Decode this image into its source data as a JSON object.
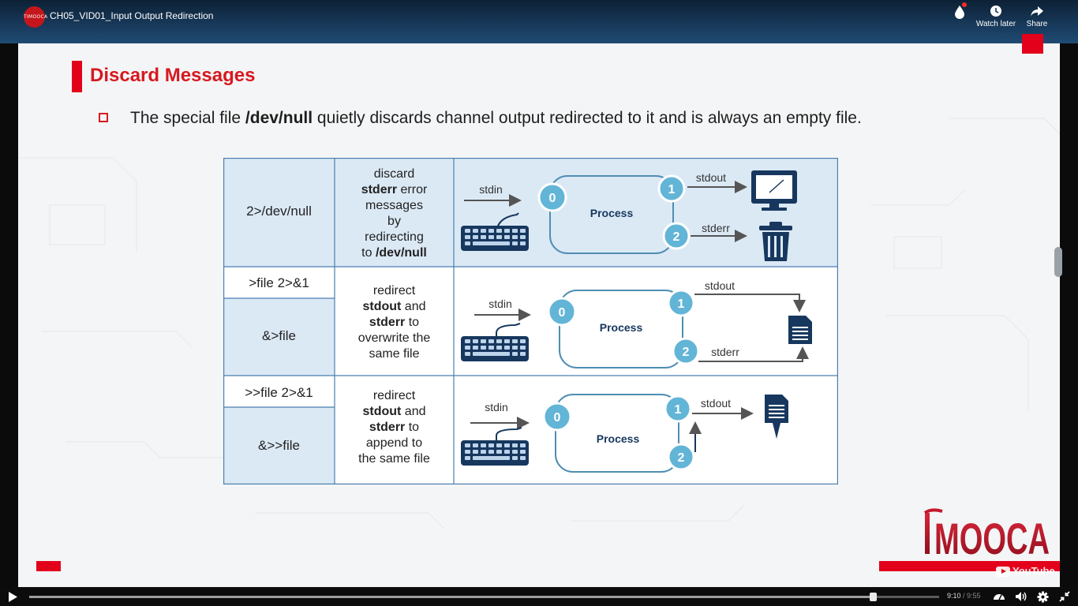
{
  "header": {
    "channel_logo_text": "TIMOOCA",
    "title": "CH05_VID01_Input Output Redirection",
    "watch_later_label": "Watch later",
    "share_label": "Share"
  },
  "slide": {
    "heading": "Discard Messages",
    "bullet_pre": "The special file ",
    "bullet_bold": "/dev/null",
    "bullet_post": " quietly discards channel output redirected to it and is always an empty file.",
    "rows": [
      {
        "syntax": [
          "2>/dev/null"
        ],
        "desc_lines": [
          {
            "pre": "discard",
            "bold": "",
            "post": ""
          },
          {
            "pre": "",
            "bold": "stderr",
            "post": " error"
          },
          {
            "pre": "messages",
            "bold": "",
            "post": ""
          },
          {
            "pre": "by",
            "bold": "",
            "post": ""
          },
          {
            "pre": "redirecting",
            "bold": "",
            "post": ""
          },
          {
            "pre": "to ",
            "bold": "/dev/null",
            "post": ""
          }
        ],
        "diagram": {
          "in_label": "stdin",
          "process": "Process",
          "fd0": "0",
          "fd1": "1",
          "fd2": "2",
          "out1": "stdout",
          "out2": "stderr"
        }
      },
      {
        "syntax": [
          ">file  2>&1",
          "&>file"
        ],
        "desc_lines": [
          {
            "pre": "redirect",
            "bold": "",
            "post": ""
          },
          {
            "pre": "",
            "bold": "stdout",
            "post": " and"
          },
          {
            "pre": "",
            "bold": "stderr",
            "post": " to"
          },
          {
            "pre": "overwrite the",
            "bold": "",
            "post": ""
          },
          {
            "pre": "same file",
            "bold": "",
            "post": ""
          }
        ],
        "diagram": {
          "in_label": "stdin",
          "process": "Process",
          "fd0": "0",
          "fd1": "1",
          "fd2": "2",
          "out1": "stdout",
          "out2": "stderr"
        }
      },
      {
        "syntax": [
          ">>file  2>&1",
          "&>>file"
        ],
        "desc_lines": [
          {
            "pre": "redirect",
            "bold": "",
            "post": ""
          },
          {
            "pre": "",
            "bold": "stdout",
            "post": " and"
          },
          {
            "pre": "",
            "bold": "stderr",
            "post": " to"
          },
          {
            "pre": "append to",
            "bold": "",
            "post": ""
          },
          {
            "pre": "the same file",
            "bold": "",
            "post": ""
          }
        ],
        "diagram": {
          "in_label": "stdin",
          "process": "Process",
          "fd0": "0",
          "fd1": "1",
          "fd2": "2",
          "out1": "stdout"
        }
      }
    ],
    "logo_text": "MOOCA",
    "youtube_mark": "YouTube"
  },
  "player": {
    "current_time": "9:10",
    "separator": " / ",
    "duration": "9:55",
    "progress_fraction": 0.927
  },
  "colors": {
    "accent_red": "#e3001b",
    "heading_red": "#d71920",
    "table_blue_fill": "#dbe9f5",
    "table_border": "#4a7fb0",
    "circle_blue": "#62b5d6",
    "navy_icon": "#17375e"
  }
}
